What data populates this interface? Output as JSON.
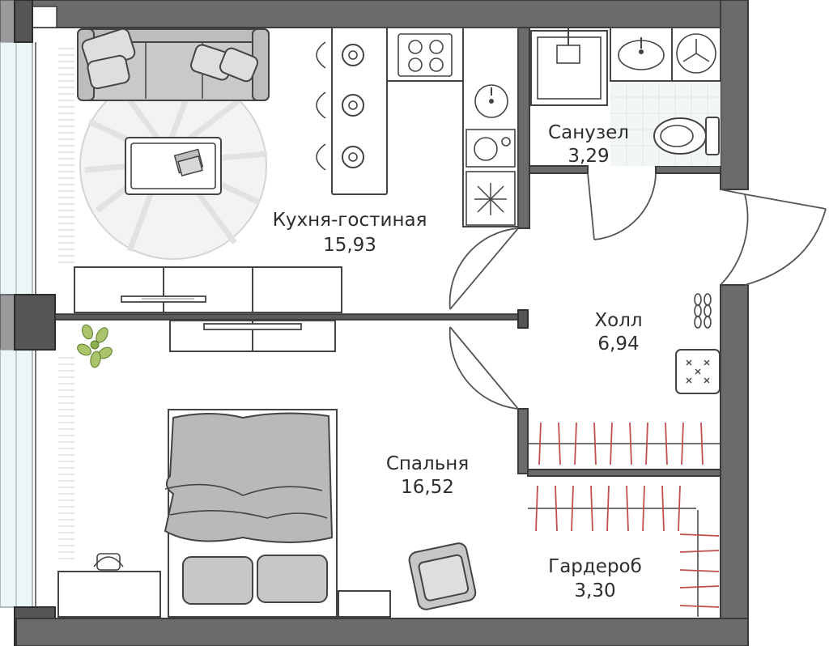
{
  "rooms": [
    {
      "id": "kitchen-living",
      "name": "Кухня-гостиная",
      "area": "15,93"
    },
    {
      "id": "bathroom",
      "name": "Санузел",
      "area": "3,29"
    },
    {
      "id": "hall",
      "name": "Холл",
      "area": "6,94"
    },
    {
      "id": "bedroom",
      "name": "Спальня",
      "area": "16,52"
    },
    {
      "id": "wardrobe",
      "name": "Гардероб",
      "area": "3,30"
    }
  ],
  "colors": {
    "wall": "#6b6b6b",
    "text": "#2e2e2e",
    "bathroom_tile": "#f2f7f6",
    "hanger_accent": "#c0504d",
    "plant": "#a9c46b"
  },
  "icons": [
    "sofa-icon",
    "rug-icon",
    "coffee-table-icon",
    "laptop-icon",
    "bar-stool-icon",
    "cooktop-icon",
    "kitchen-sink-icon",
    "washing-machine-icon",
    "fridge-icon",
    "shower-icon",
    "washbasin-icon",
    "water-heater-icon",
    "toilet-icon",
    "tv-stand-icon",
    "plant-icon",
    "bed-icon",
    "desk-icon",
    "armchair-icon",
    "shoes-icon",
    "pouf-icon",
    "wardrobe-hangers-icon",
    "door-icon",
    "window-icon"
  ]
}
